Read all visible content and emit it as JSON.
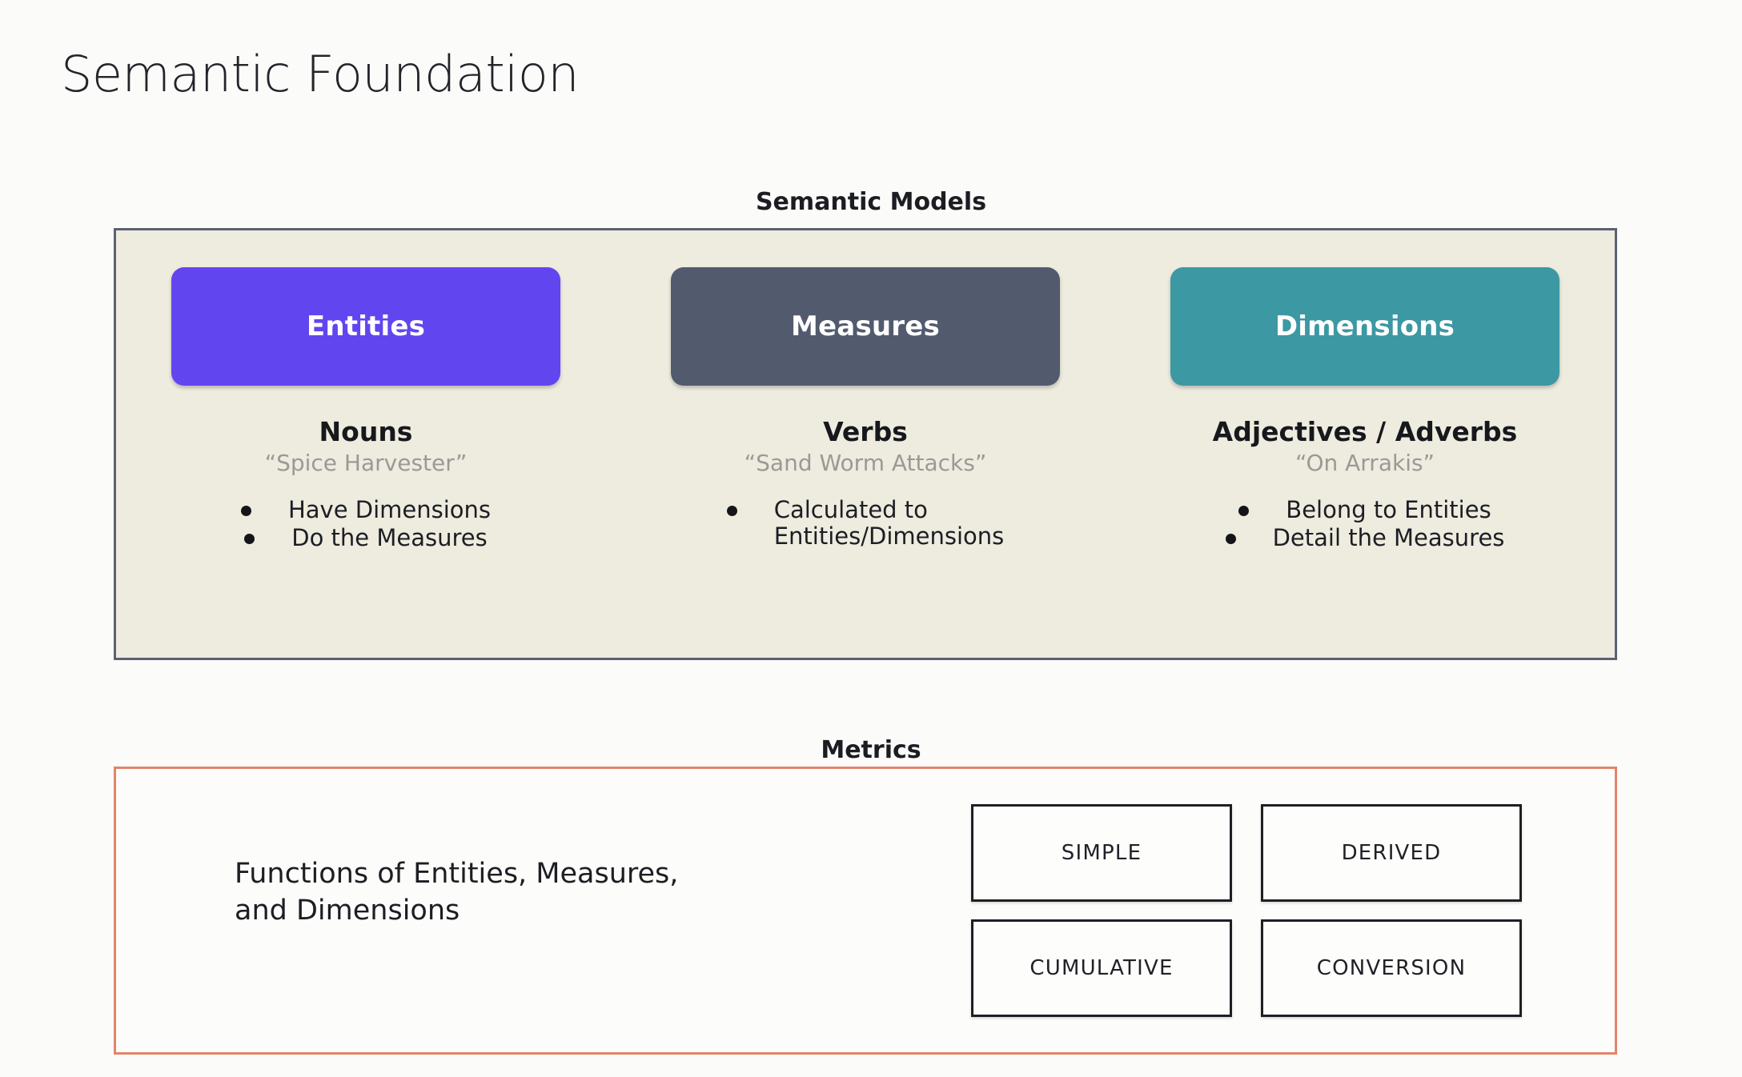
{
  "page": {
    "title": "Semantic Foundation",
    "background_color": "#fbfbf9"
  },
  "semantic_models": {
    "caption": "Semantic Models",
    "panel_background": "#eeebdf",
    "panel_border_color": "#5a6272",
    "columns": [
      {
        "chip_label": "Entities",
        "chip_color": "#6146f0",
        "part_of_speech": "Nouns",
        "example": "“Spice Harvester”",
        "bullets": [
          "Have Dimensions",
          "Do the Measures"
        ]
      },
      {
        "chip_label": "Measures",
        "chip_color": "#525a6e",
        "part_of_speech": "Verbs",
        "example": "“Sand Worm Attacks”",
        "bullets": [
          "Calculated to\nEntities/Dimensions"
        ]
      },
      {
        "chip_label": "Dimensions",
        "chip_color": "#3c98a3",
        "part_of_speech": "Adjectives / Adverbs",
        "example": "“On Arrakis”",
        "bullets": [
          "Belong to Entities",
          "Detail the Measures"
        ]
      }
    ]
  },
  "metrics": {
    "caption": "Metrics",
    "panel_border_color": "#e2846b",
    "description": "Functions of Entities, Measures,\nand Dimensions",
    "types": [
      "SIMPLE",
      "DERIVED",
      "CUMULATIVE",
      "CONVERSION"
    ]
  }
}
